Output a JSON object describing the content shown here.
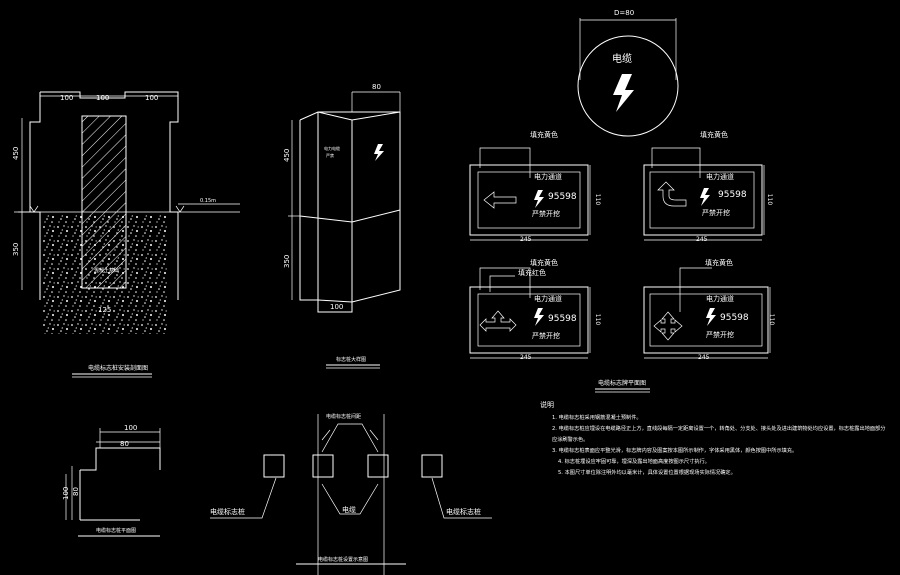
{
  "section_a": {
    "dim_top_left": "100",
    "dim_top_mid": "100",
    "dim_top_right": "100",
    "dim_left_upper": "450",
    "dim_left_lower": "350",
    "ground_label": "0.15m",
    "bottom_dim": "125",
    "embed_label": "混凝土基础",
    "title": "电缆标志桩安装剖面图"
  },
  "section_b": {
    "dim_top": "80",
    "dim_left_upper": "450",
    "dim_left_lower": "350",
    "dim_bottom": "100",
    "face_text_1": "电力电缆",
    "face_text_2": "严禁",
    "title": "标志桩大样图"
  },
  "circle_sign": {
    "dim": "D=80",
    "label": "电缆"
  },
  "plates": {
    "fill_label_yellow": "填充黄色",
    "fill_label_red": "填充红色",
    "line1": "电力通道",
    "phone": "95598",
    "line3": "严禁开挖",
    "width_dim": "245",
    "height_dim": "110",
    "title": "电缆标志牌平面图"
  },
  "profile": {
    "dim_top": "100",
    "dim_inner": "80",
    "dim_left_a": "100",
    "dim_left_b": "80",
    "title": "电缆标志桩平面图"
  },
  "layout_plan": {
    "top_label": "电缆标志桩间距",
    "left_label": "电缆标志桩",
    "right_label": "电缆标志桩",
    "center_label": "电缆",
    "title": "电缆标志桩设置示意图"
  },
  "notes": {
    "heading": "说明",
    "items": [
      "1. 电缆标志桩采用钢筋混凝土预制件。",
      "2. 电缆标志桩应埋设在电缆路径正上方，直线段每隔一定距离设置一个，转角处、分支处、接头处及进出建筑物处均应设置，标志桩露出地面部分应涂刷警示色。",
      "3. 电缆标志桩表面应平整光滑，标志牌内容及图案按本图所示制作，字体采用黑体，颜色按图中所示填充。",
      "4. 标志桩埋设应牢固可靠，埋深及露出地面高度按图示尺寸执行。",
      "5. 本图尺寸单位除注明外均以毫米计，具体设置位置根据现场实际情况确定。"
    ]
  },
  "colors": {
    "line": "#ffffff",
    "background": "#000000"
  }
}
